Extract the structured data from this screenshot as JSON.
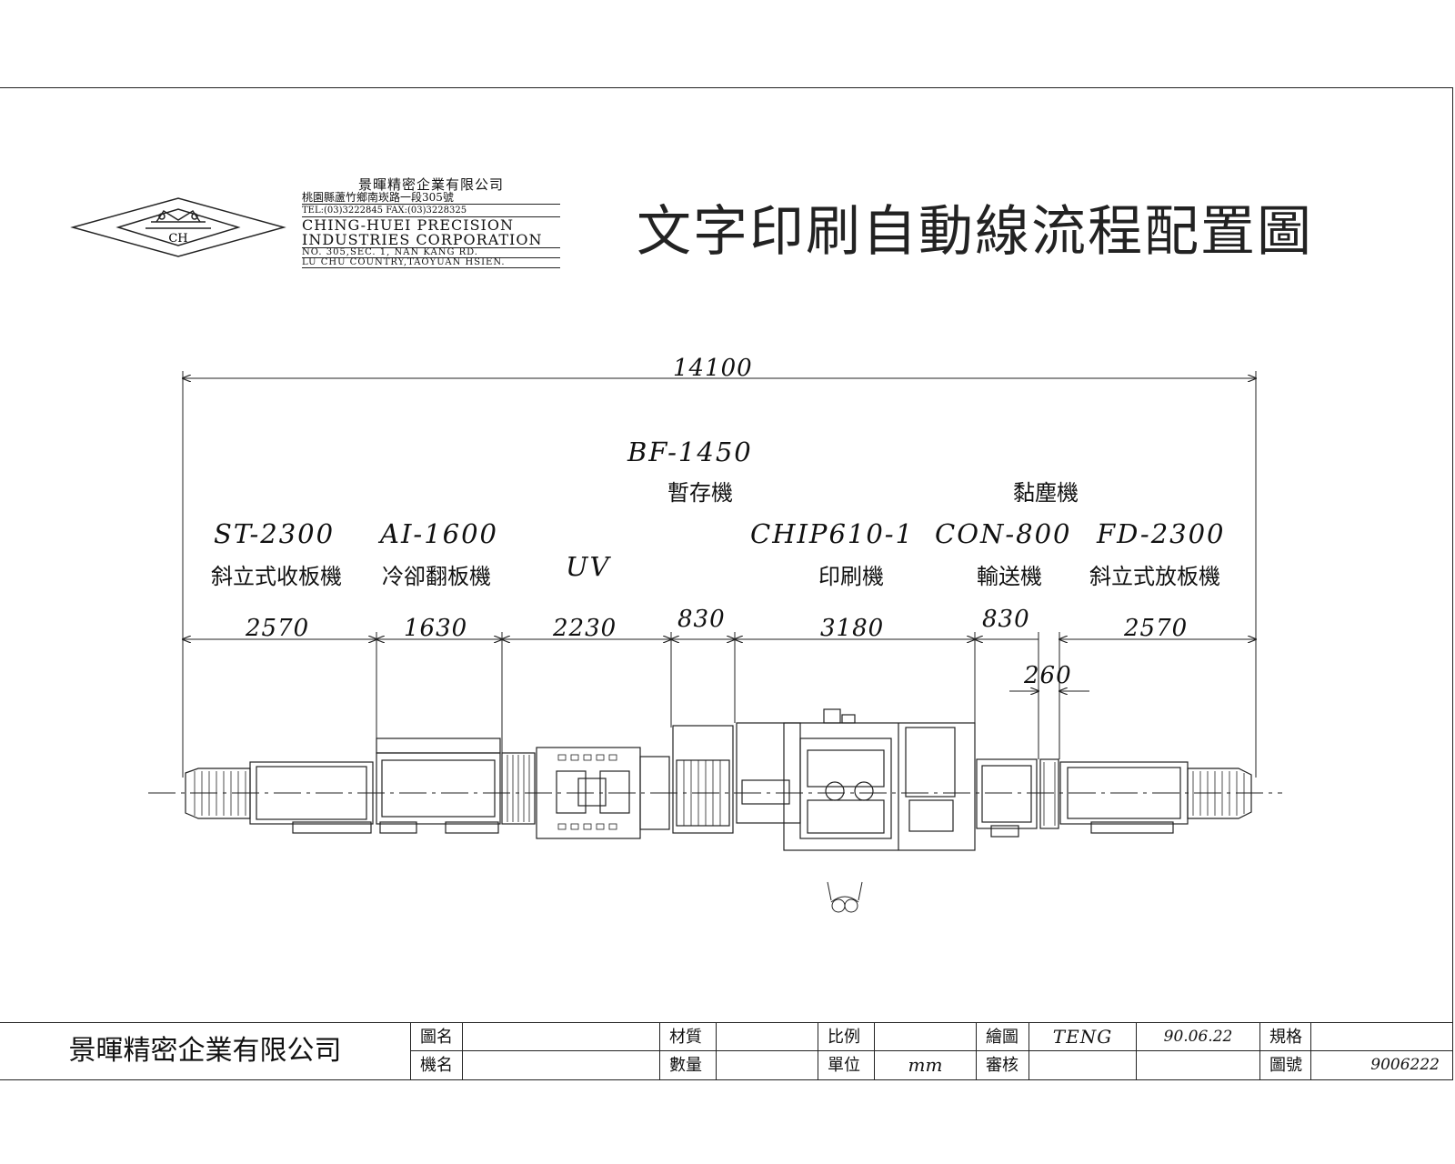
{
  "logo": {
    "mark": "CH",
    "company_zh": "景暉精密企業有限公司",
    "address_zh": "桃園縣蘆竹鄉南崁路一段305號",
    "tel_fax": "TEL:(03)3222845  FAX:(03)3228325",
    "company_en_1": "CHING-HUEI PRECISION",
    "company_en_2": "INDUSTRIES CORPORATION",
    "address_en_1": "NO. 305,SEC. 1, NAN KANG RD.",
    "address_en_2": "LU CHU COUNTRY,TAOYUAN HSIEN."
  },
  "title": "文字印刷自動線流程配置圖",
  "total_length": "14100",
  "machines": [
    {
      "model": "ST-2300",
      "name": "斜立式收板機",
      "length": "2570"
    },
    {
      "model": "AI-1600",
      "name": "冷卻翻板機",
      "length": "1630"
    },
    {
      "model": "UV",
      "name": "",
      "length": "2230"
    },
    {
      "model": "BF-1450",
      "name": "暫存機",
      "length": "830"
    },
    {
      "model": "CHIP610-1",
      "name": "印刷機",
      "length": "3180"
    },
    {
      "model": "CON-800",
      "name": "輸送機",
      "length": "830"
    },
    {
      "model": "",
      "name": "黏塵機",
      "length": "260"
    },
    {
      "model": "FD-2300",
      "name": "斜立式放板機",
      "length": "2570"
    }
  ],
  "title_block": {
    "company": "景暉精密企業有限公司",
    "drawing_name_label": "圖名",
    "machine_name_label": "機名",
    "material_label": "材質",
    "quantity_label": "數量",
    "scale_label": "比例",
    "unit_label": "單位",
    "unit_value": "mm",
    "drawn_label": "繪圖",
    "drawn_value": "TENG",
    "date_value": "90.06.22",
    "check_label": "審核",
    "spec_label": "規格",
    "drawing_no_label": "圖號",
    "drawing_no_value": "9006222"
  },
  "colors": {
    "line": "#222222",
    "background": "#ffffff"
  }
}
